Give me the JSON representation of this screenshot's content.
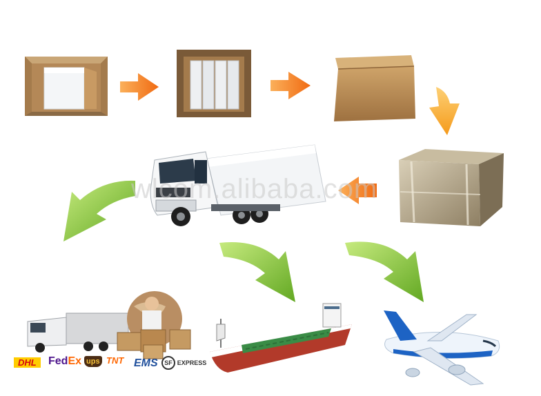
{
  "watermark": "wlcom.alibaba.com",
  "carriers": {
    "dhl": "DHL",
    "fedex_fed": "Fed",
    "fedex_ex": "Ex",
    "ups": "ups",
    "tnt": "TNT",
    "ems": "EMS",
    "sf": "SF",
    "express": "EXPRESS"
  },
  "colors": {
    "arrow_orange": "#f47a1f",
    "arrow_yellow": "#f7a928",
    "arrow_green": "#86c83a",
    "cardboard": "#b88a55",
    "hull_red": "#b23a2a",
    "deck_green": "#3a8c46",
    "plane_blue": "#1d63c4",
    "dhl_red": "#d40511",
    "dhl_yellow": "#ffcc00",
    "fedex_purple": "#4d148c",
    "fedex_orange": "#ff6600"
  }
}
